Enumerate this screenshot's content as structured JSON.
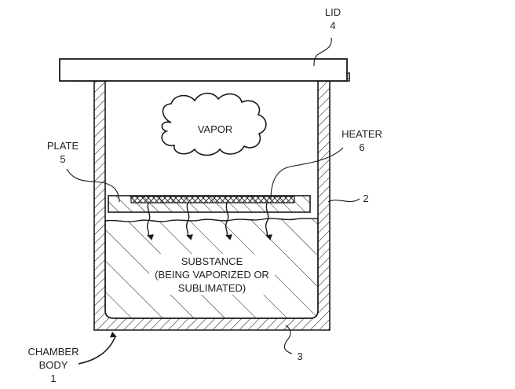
{
  "figure": {
    "labels": {
      "lid": {
        "name": "LID",
        "ref": "4"
      },
      "plate": {
        "name": "PLATE",
        "ref": "5"
      },
      "heater": {
        "name": "HEATER",
        "ref": "6"
      },
      "vapor": {
        "name": "VAPOR"
      },
      "substance": {
        "line1": "SUBSTANCE",
        "line2": "(BEING VAPORIZED OR",
        "line3": "SUBLIMATED)"
      },
      "chamber_body": {
        "line1": "CHAMBER",
        "line2": "BODY",
        "ref": "1"
      },
      "side_wall": {
        "ref": "2"
      },
      "bottom_wall": {
        "ref": "3"
      }
    },
    "heat_arrows": 4,
    "colors": {
      "line": "#1a1a1a",
      "background": "#ffffff"
    }
  }
}
